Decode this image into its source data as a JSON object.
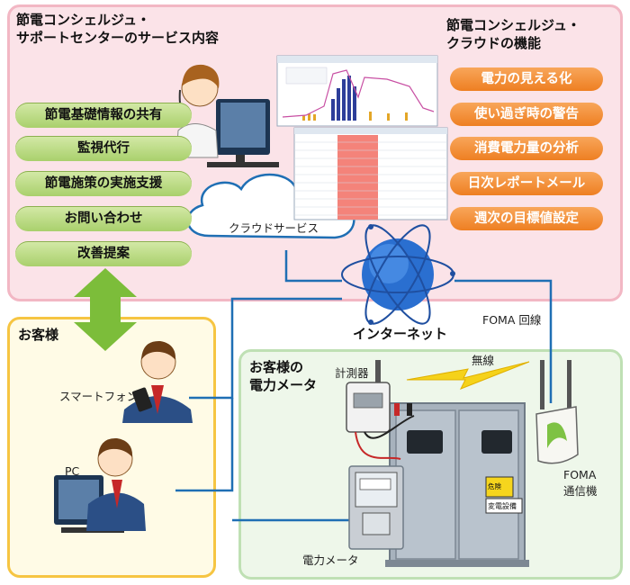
{
  "support_center": {
    "title_line1": "節電コンシェルジュ・",
    "title_line2": "サポートセンターのサービス内容",
    "services": [
      "節電基礎情報の共有",
      "監視代行",
      "節電施策の実施支援",
      "お問い合わせ",
      "改善提案"
    ]
  },
  "cloud_functions": {
    "title_line1": "節電コンシェルジュ・",
    "title_line2": "クラウドの機能",
    "functions": [
      "電力の見える化",
      "使い過ぎ時の警告",
      "消費電力量の分析",
      "日次レポートメール",
      "週次の目標値設定"
    ]
  },
  "network": {
    "cloud_service": "クラウドサービス",
    "internet": "インターネット",
    "foma_line": "FOMA 回線",
    "wireless": "無線"
  },
  "customer": {
    "title": "お客様",
    "smartphone": "スマートフォン",
    "pc": "PC"
  },
  "meter_area": {
    "title_line1": "お客様の",
    "title_line2": "電力メータ",
    "measuring_device": "計測器",
    "foma_device_line1": "FOMA",
    "foma_device_line2": "通信機",
    "power_meter": "電力メータ",
    "caution_sign": "危険",
    "substation_label": "変電設備"
  },
  "colors": {
    "support_panel": "#fbe3e8",
    "customer_panel": "#fffbe6",
    "meter_panel": "#eef7ea",
    "service_pill": "#a9d06c",
    "function_pill": "#ee7f22",
    "connection_line": "#1f6fb4"
  }
}
